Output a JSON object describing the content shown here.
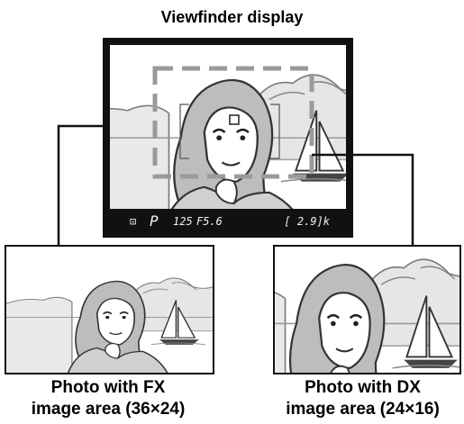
{
  "title": "Viewfinder display",
  "viewfinder": {
    "metering_icon": "matrix-metering-icon",
    "mode": "P",
    "shutter": "125",
    "aperture": "F5.6",
    "frame_count": "[ 2.9]k"
  },
  "captions": {
    "fx_line1": "Photo with FX",
    "fx_line2": "image area (36×24)",
    "dx_line1": "Photo with DX",
    "dx_line2": "image area (24×16)"
  },
  "colors": {
    "frame": "#111111",
    "crop_guide": "#9a9a9a",
    "leader_line": "#111111"
  }
}
